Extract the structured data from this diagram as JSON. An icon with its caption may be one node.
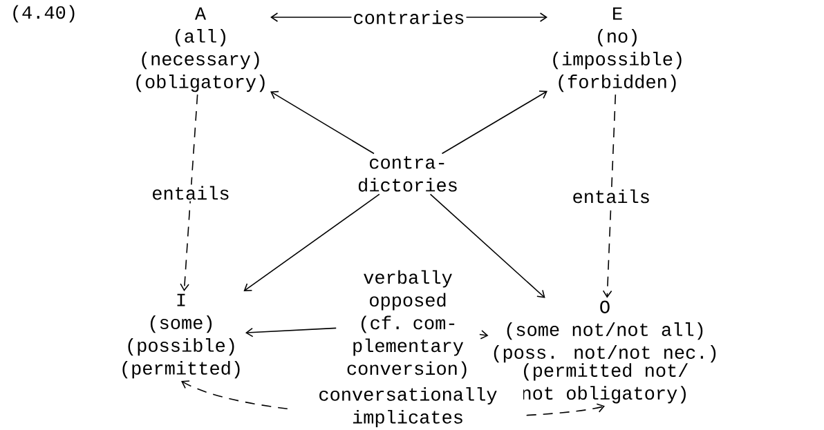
{
  "diagram": {
    "nodes": [
      {
        "text": [
          "A",
          "(all)",
          "(necessary)",
          "(obligatory)"
        ]
      },
      {
        "text": [
          "E",
          "(no)",
          "(impossible)",
          "(forbidden)"
        ]
      },
      {
        "text": [
          "contra- dictories"
        ]
      },
      {
        "text": [
          "I",
          "(some)",
          "(possible)",
          "(permitted)"
        ]
      },
      {
        "text": [
          "O",
          "(some not/not all)",
          "(poss. not/not nec.)",
          "(permitted not/ not obligatory)"
        ]
      },
      {
        "text": [
          "verbally opposed (cf. com- plementary conversion)"
        ]
      }
    ],
    "edges": [
      {
        "from": 0,
        "to": 1,
        "arrow": "both",
        "label": "contraries"
      },
      {
        "from": 0,
        "to": 3,
        "arrow": "to",
        "label": "entails",
        "style": "dashed"
      },
      {
        "from": 1,
        "to": 4,
        "arrow": "to",
        "label": "entails",
        "style": "dashed"
      },
      {
        "from": 2,
        "to": 0,
        "arrow": "to"
      },
      {
        "from": 2,
        "to": 1,
        "arrow": "to"
      },
      {
        "from": 2,
        "to": 3,
        "arrow": "to"
      },
      {
        "from": 2,
        "to": 4,
        "arrow": "to"
      },
      {
        "from": 5,
        "to": 3,
        "arrow": "to"
      },
      {
        "from": 5,
        "to": 4,
        "arrow": "to"
      },
      {
        "from": 3,
        "to": 4,
        "arrow": "both",
        "label": "conversationally implicates",
        "style": "dashed"
      }
    ],
    "labels": [
      "(4.40)"
    ]
  }
}
